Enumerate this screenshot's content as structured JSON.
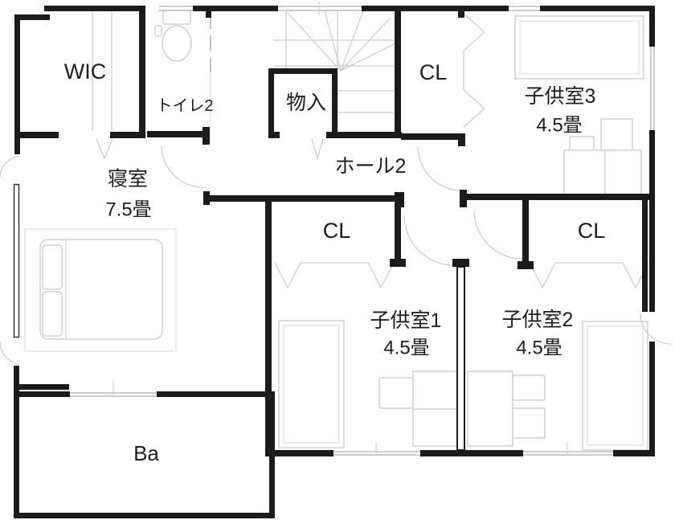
{
  "rooms": {
    "wic": {
      "label": "WIC"
    },
    "toilet": {
      "label": "トイレ2"
    },
    "storage": {
      "label": "物入"
    },
    "hall": {
      "label": "ホール2"
    },
    "bedroom": {
      "label": "寝室",
      "size": "7.5畳"
    },
    "kids1": {
      "label": "子供室1",
      "size": "4.5畳"
    },
    "kids2": {
      "label": "子供室2",
      "size": "4.5畳"
    },
    "kids3": {
      "label": "子供室3",
      "size": "4.5畳"
    },
    "closet_k1": {
      "label": "CL"
    },
    "closet_k2": {
      "label": "CL"
    },
    "closet_k3": {
      "label": "CL"
    },
    "balcony": {
      "label": "Ba"
    }
  },
  "fixtures": [
    "toilet",
    "double-bed",
    "single-bed",
    "desk",
    "chair",
    "shelf",
    "staircase",
    "door-swing",
    "bifold-door",
    "window"
  ],
  "colors": {
    "wall": "#1b1b1b",
    "light_line": "#c9c9c9",
    "furniture_line": "#c5c5c5",
    "window_line": "#9a9a9a",
    "text": "#1e1e1e"
  }
}
